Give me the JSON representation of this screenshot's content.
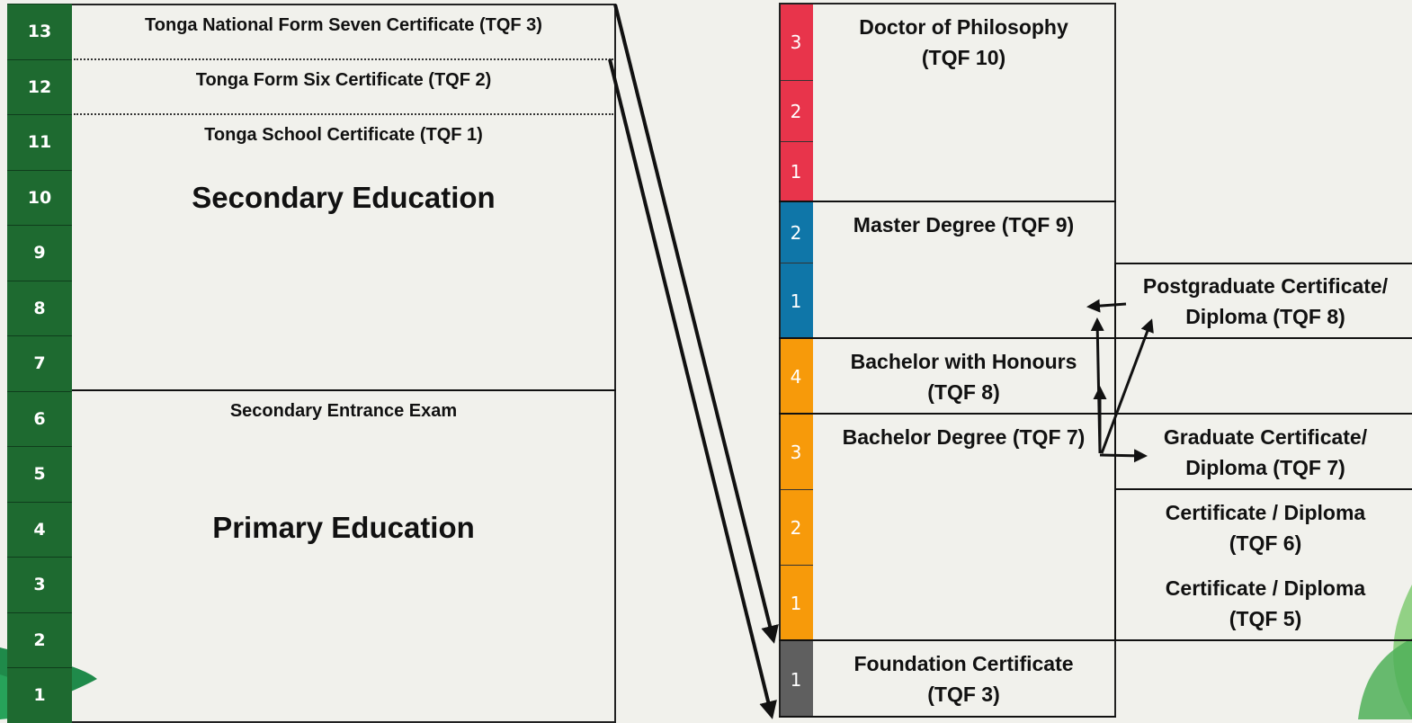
{
  "school": {
    "year_numbers": [
      "13",
      "12",
      "11",
      "10",
      "9",
      "8",
      "7",
      "6",
      "5",
      "4",
      "3",
      "2",
      "1"
    ],
    "secondary_certificates": [
      "Tonga National Form Seven Certificate (TQF 3)",
      "Tonga Form Six Certificate (TQF 2)",
      "Tonga School Certificate (TQF 1)"
    ],
    "secondary_title": "Secondary Education",
    "entrance_exam": "Secondary Entrance Exam",
    "primary_title": "Primary Education"
  },
  "tertiary": {
    "year_numbers": [
      "3",
      "2",
      "1",
      "2",
      "1",
      "4",
      "3",
      "2",
      "1",
      "1"
    ],
    "colors": {
      "phd": "#e8344b",
      "master": "#0f76a8",
      "bachelor": "#f79a0a",
      "foundation": "#5f5f5f",
      "school_green": "#1e6a30"
    },
    "phd": "Doctor of Philosophy\n(TQF 10)",
    "master": "Master Degree (TQF 9)",
    "honours": "Bachelor with Honours\n(TQF 8)",
    "bachelor": "Bachelor Degree (TQF 7)",
    "foundation": "Foundation Certificate\n(TQF 3)",
    "postgrad": "Postgraduate Certificate/\nDiploma (TQF 8)",
    "graduate": "Graduate Certificate/\nDiploma (TQF 7)",
    "cert6": "Certificate / Diploma\n(TQF 6)",
    "cert5": "Certificate / Diploma\n(TQF 5)"
  }
}
